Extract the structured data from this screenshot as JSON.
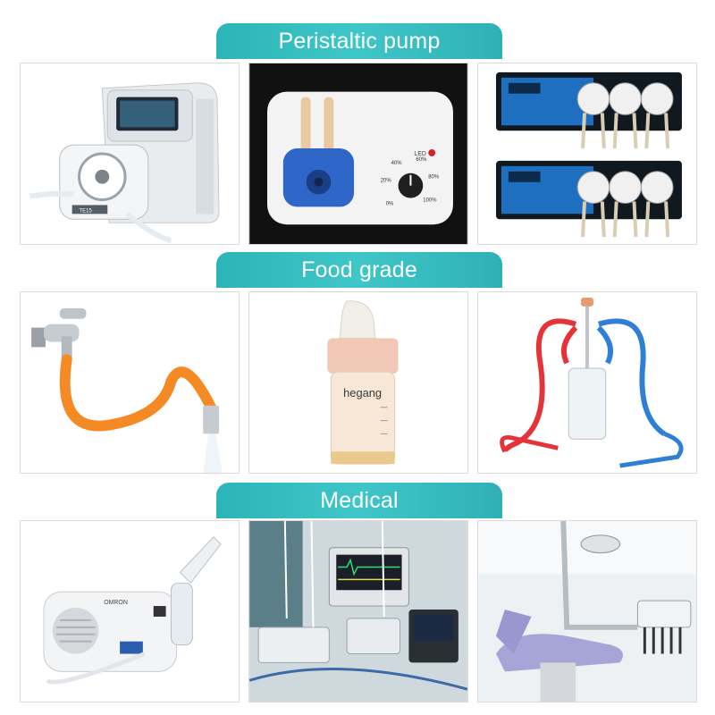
{
  "sections": [
    {
      "title": "Peristaltic pump",
      "images": [
        {
          "subject": "benchtop peristaltic pump",
          "label_text": "TE15"
        },
        {
          "subject": "small dosing pump with speed knob",
          "label_text": "LED",
          "dial_labels": [
            "0%",
            "20%",
            "40%",
            "60%",
            "80%",
            "100%"
          ]
        },
        {
          "subject": "triple-head dosing pumps",
          "label_text": ""
        }
      ]
    },
    {
      "title": "Food grade",
      "images": [
        {
          "subject": "faucet with orange flexible hose",
          "label_text": ""
        },
        {
          "subject": "baby bottle",
          "label_text": "hegang"
        },
        {
          "subject": "hookah with red and blue hoses",
          "label_text": ""
        }
      ]
    },
    {
      "title": "Medical",
      "images": [
        {
          "subject": "nebulizer",
          "label_text": "OMRON"
        },
        {
          "subject": "ICU monitors and infusion pumps",
          "label_text": ""
        },
        {
          "subject": "dental chair",
          "label_text": ""
        }
      ]
    }
  ],
  "colors": {
    "banner": "#3bbfc2",
    "panel_border": "#d9d9d9",
    "pump_blue": "#2f67c9",
    "hose_orange": "#f58a24",
    "hose_red": "#e5333a",
    "hose_blue": "#2f7fd6"
  }
}
